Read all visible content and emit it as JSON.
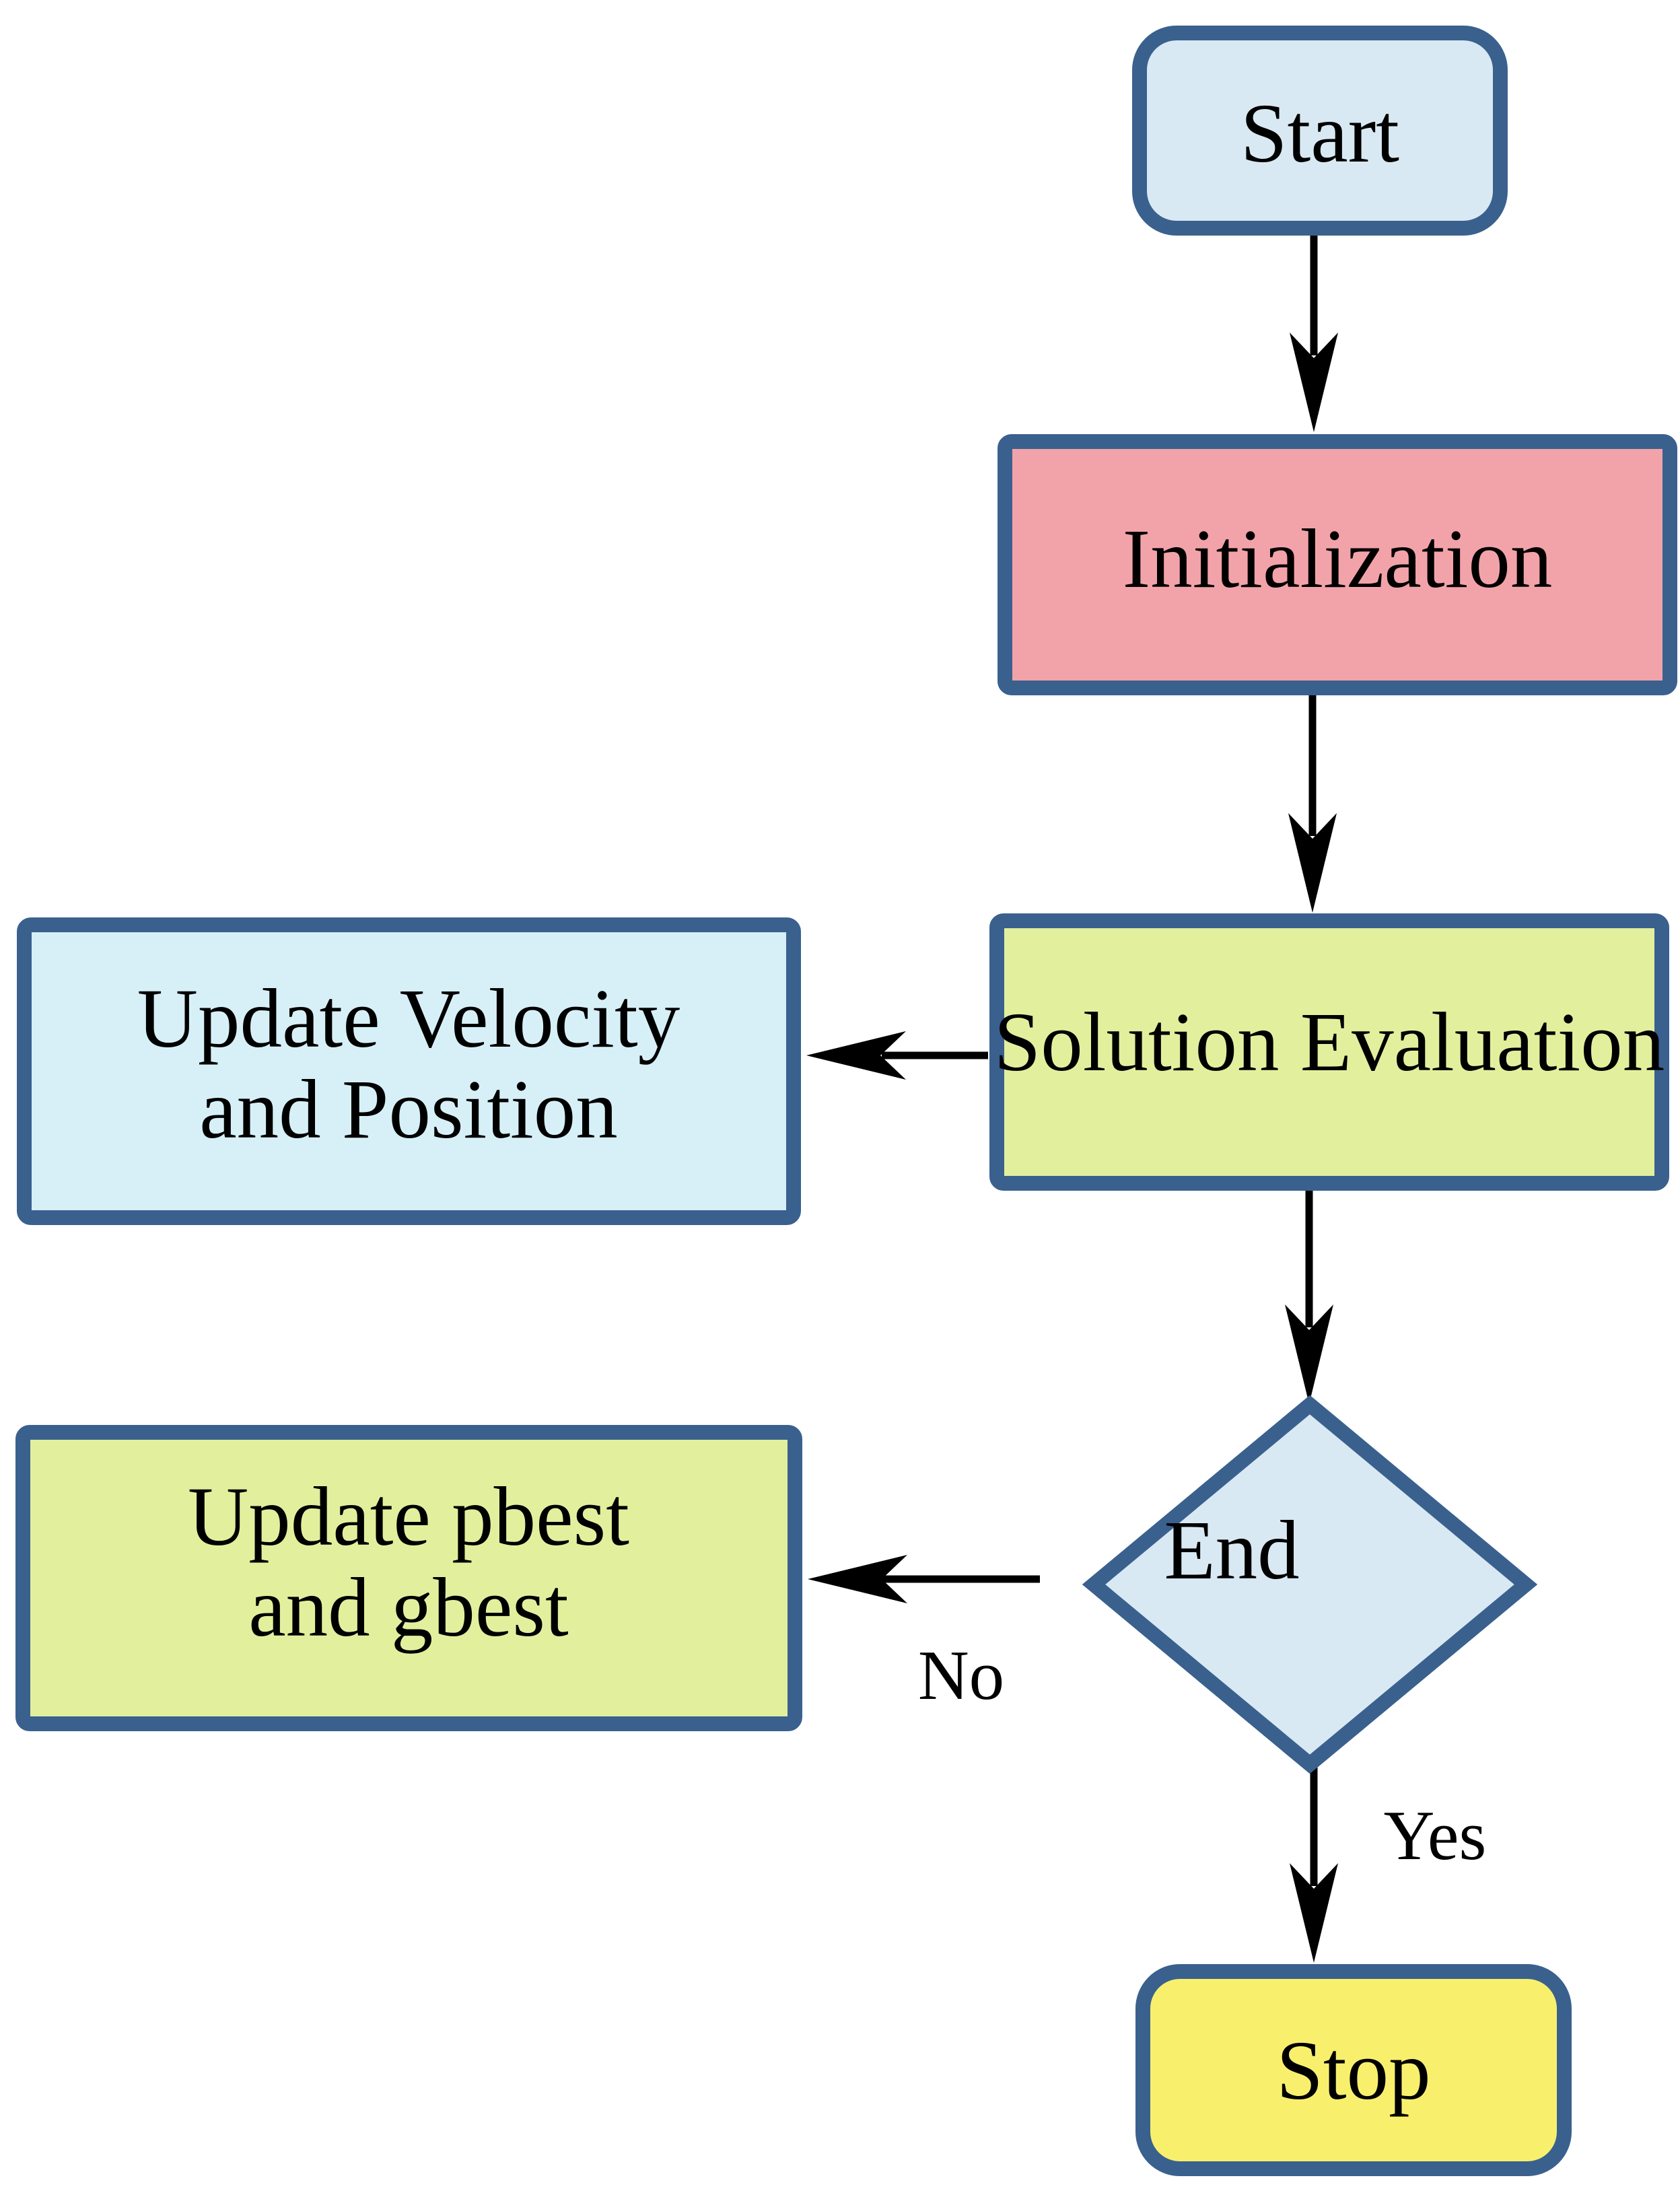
{
  "flowchart": {
    "colors": {
      "border": "#3a608e",
      "arrow": "#000000",
      "text": "#000000",
      "background": "#ffffff"
    },
    "nodes": {
      "start": {
        "label": "Start",
        "type": "terminator",
        "fill": "#d9e9f3"
      },
      "initialization": {
        "label": "Initialization",
        "type": "process",
        "fill": "#f2a3a9"
      },
      "solution_evaluation": {
        "label": "Solution Evaluation",
        "type": "process",
        "fill": "#e2f09e"
      },
      "update_velocity": {
        "label_line1": "Update Velocity",
        "label_line2": "and Position",
        "type": "process",
        "fill": "#d7f0f8"
      },
      "end_decision": {
        "label": "End",
        "type": "decision",
        "fill": "#d9e9f3"
      },
      "update_pbest": {
        "label_line1": "Update pbest",
        "label_line2": "and gbest",
        "type": "process",
        "fill": "#e2f09e"
      },
      "stop": {
        "label": "Stop",
        "type": "terminator",
        "fill": "#f8f06d"
      }
    },
    "edge_labels": {
      "no": "No",
      "yes": "Yes"
    }
  }
}
